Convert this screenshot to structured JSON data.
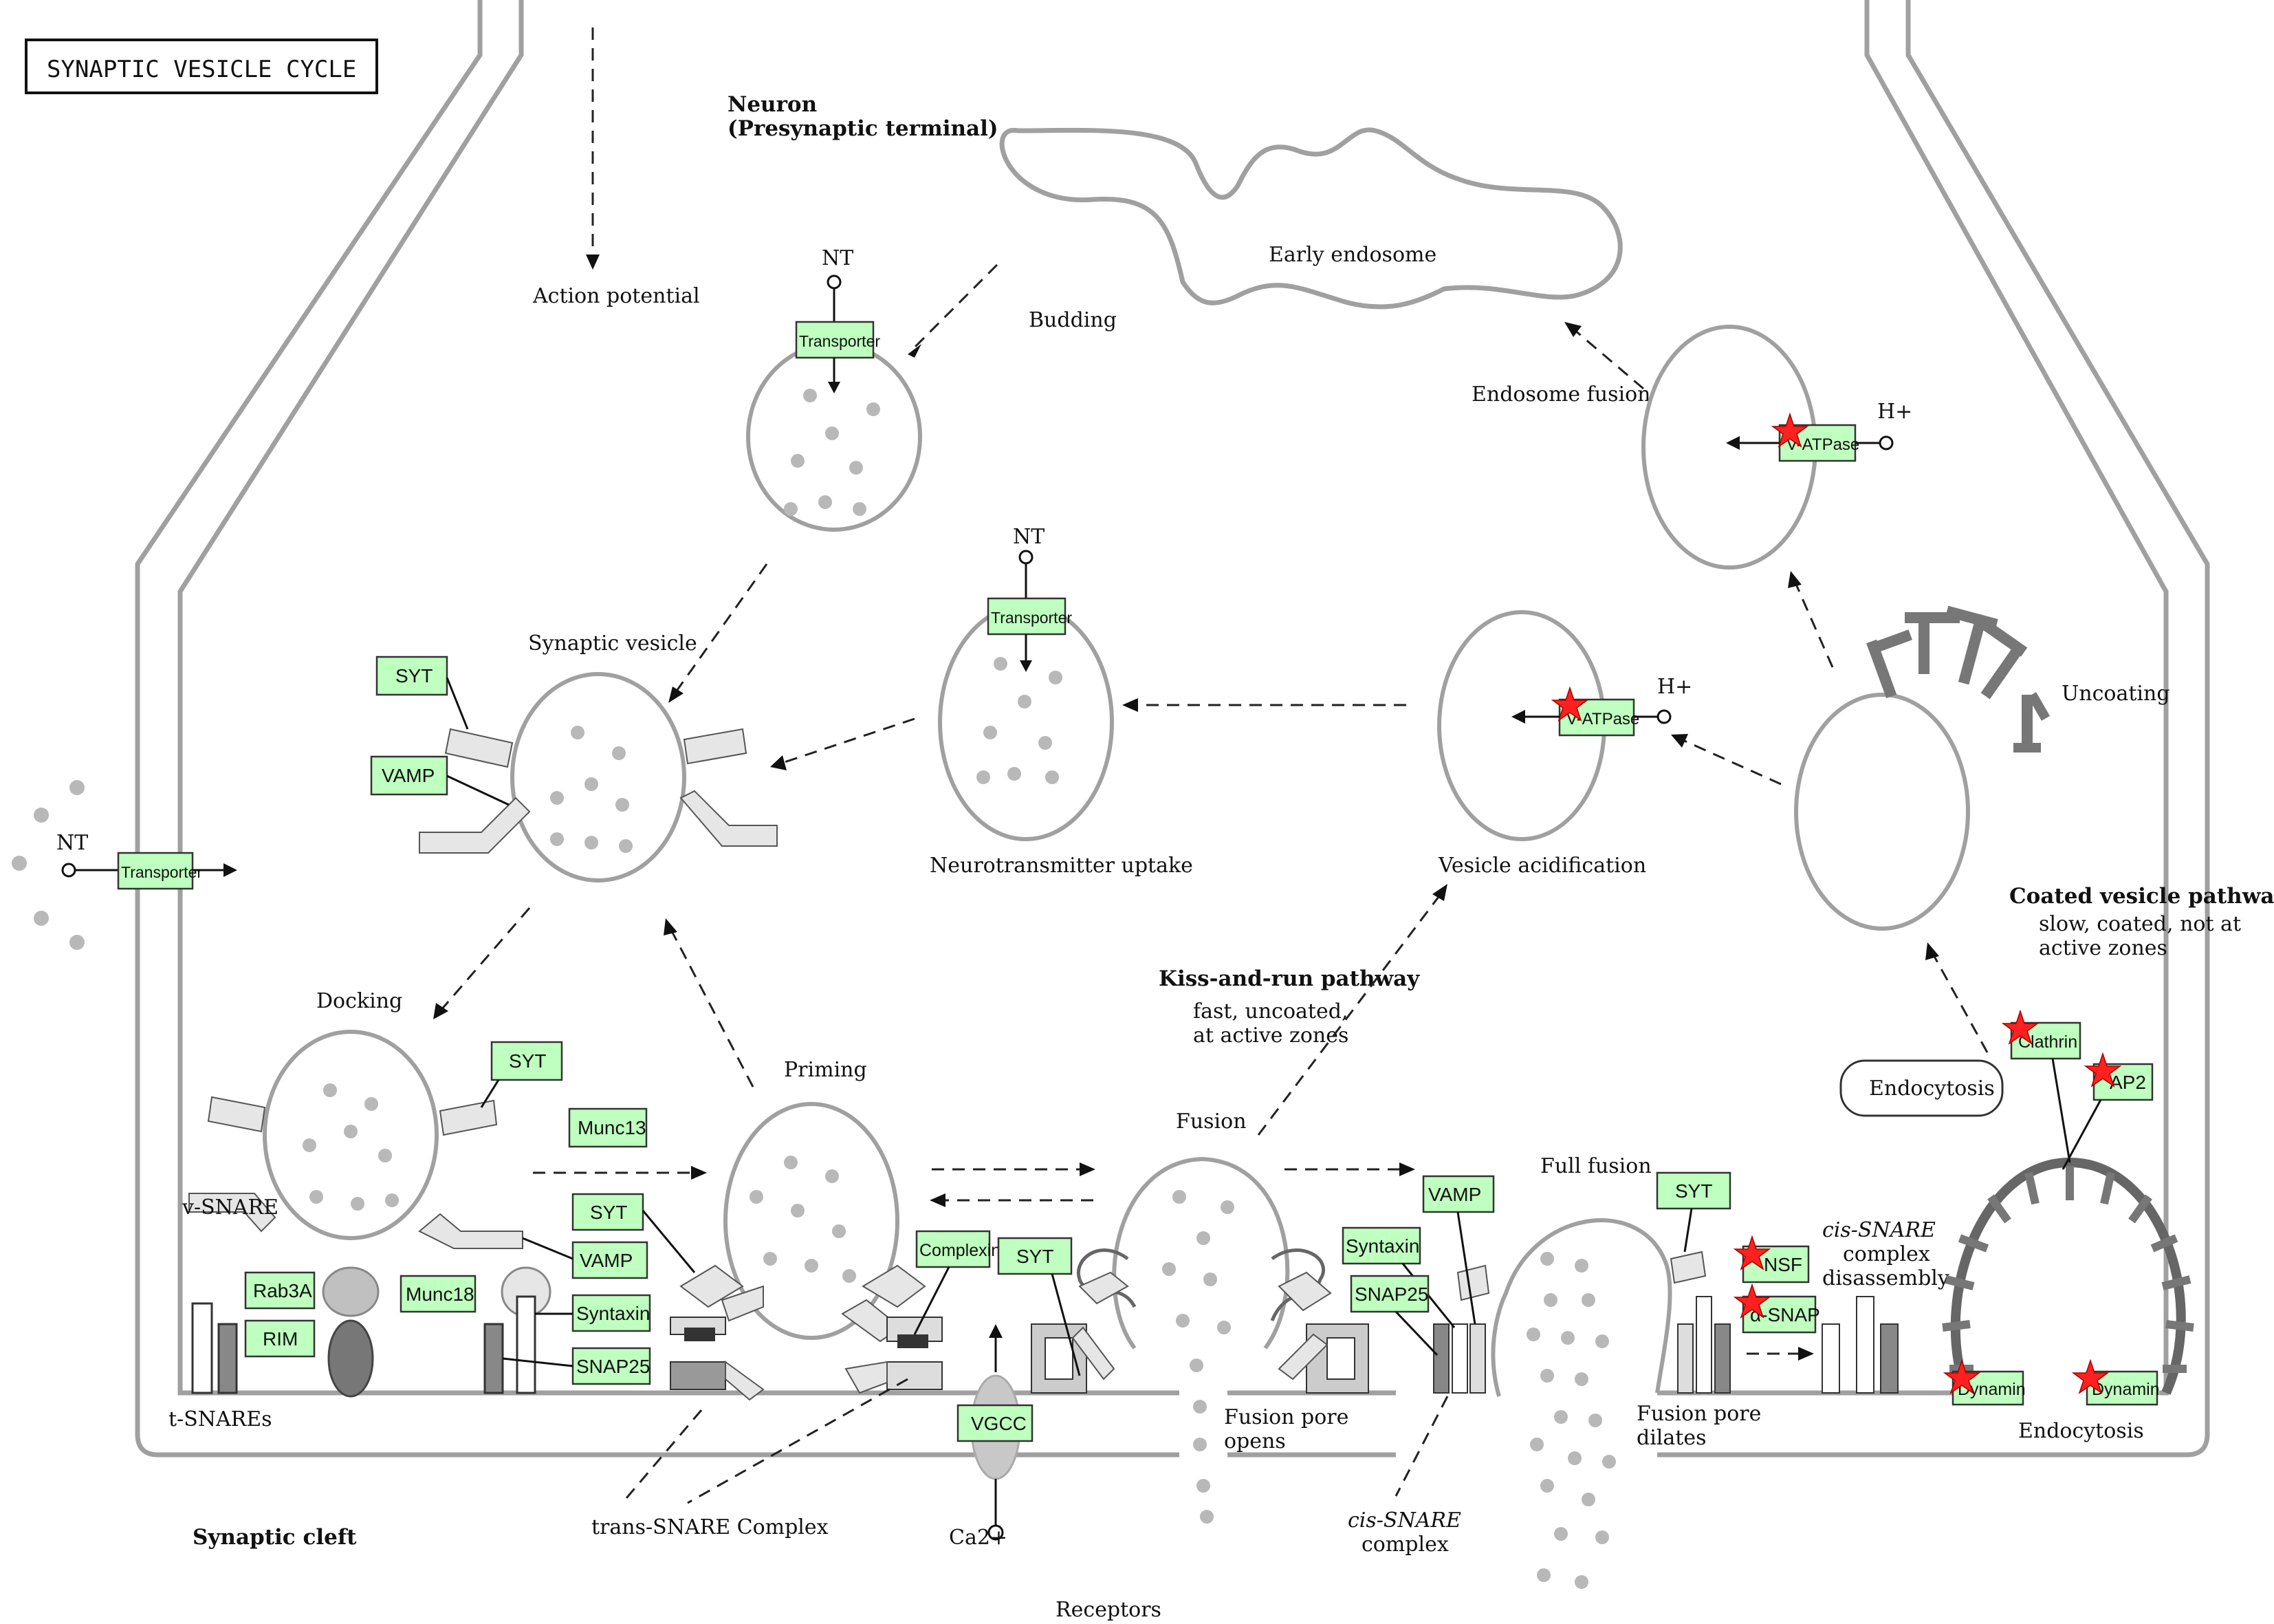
{
  "title": "SYNAPTIC VESICLE CYCLE",
  "labels": {
    "neuron": "Neuron",
    "presynaptic": "(Presynaptic terminal)",
    "action_potential": "Action potential",
    "early_endosome": "Early endosome",
    "budding": "Budding",
    "endosome_fusion": "Endosome fusion",
    "synaptic_vesicle": "Synaptic vesicle",
    "neurotransmitter_uptake": "Neurotransmitter uptake",
    "vesicle_acidification": "Vesicle acidification",
    "uncoating": "Uncoating",
    "coated_vesicle_pathway": "Coated vesicle pathway",
    "coated_desc_1": "slow, coated, not at",
    "coated_desc_2": "active zones",
    "docking": "Docking",
    "priming": "Priming",
    "kiss_and_run": "Kiss-and-run pathway",
    "kiss_desc_1": "fast, uncoated,",
    "kiss_desc_2": "at active zones",
    "fusion": "Fusion",
    "full_fusion": "Full fusion",
    "endocytosis_box": "Endocytosis",
    "endocytosis": "Endocytosis",
    "v_snare": "v-SNARE",
    "t_snares": "t-SNAREs",
    "fusion_pore_opens_1": "Fusion pore",
    "fusion_pore_opens_2": "opens",
    "fusion_pore_dilates_1": "Fusion pore",
    "fusion_pore_dilates_2": "dilates",
    "cis_snare_disassembly_1": "cis-SNARE",
    "cis_snare_disassembly_2": "complex",
    "cis_snare_disassembly_3": "disassembly",
    "cis_snare_complex_1": "cis-SNARE",
    "cis_snare_complex_2": "complex",
    "trans_snare": "trans-SNARE Complex",
    "synaptic_cleft": "Synaptic cleft",
    "receptors": "Receptors",
    "nt_top": "NT",
    "nt_mid": "NT",
    "nt_left": "NT",
    "h_plus_top": "H+",
    "h_plus_mid": "H+",
    "ca": "Ca2+"
  },
  "genes": {
    "transporter_top": "Transporter",
    "transporter_mid": "Transporter",
    "transporter_left": "Transporter",
    "vatpase_top": "V-ATPase",
    "vatpase_mid": "V-ATPase",
    "syt_sv": "SYT",
    "vamp_sv": "VAMP",
    "syt_dock": "SYT",
    "munc13": "Munc13",
    "rab3a": "Rab3A",
    "rim": "RIM",
    "munc18": "Munc18",
    "syt_prime": "SYT",
    "vamp_prime": "VAMP",
    "syntaxin_prime": "Syntaxin",
    "snap25_prime": "SNAP25",
    "complexin": "Complexin",
    "syt_fusion": "SYT",
    "vgcc": "VGCC",
    "vamp_ff": "VAMP",
    "syntaxin_ff": "Syntaxin",
    "snap25_ff": "SNAP25",
    "syt_ff": "SYT",
    "nsf": "NSF",
    "asnap": "α-SNAP",
    "clathrin": "Clathrin",
    "ap2": "AP2",
    "dynamin_1": "Dynamin",
    "dynamin_2": "Dynamin"
  },
  "colors": {
    "gene_fill": "#bfffbf",
    "marker": "#ff2020",
    "membrane": "#a0a0a0"
  }
}
